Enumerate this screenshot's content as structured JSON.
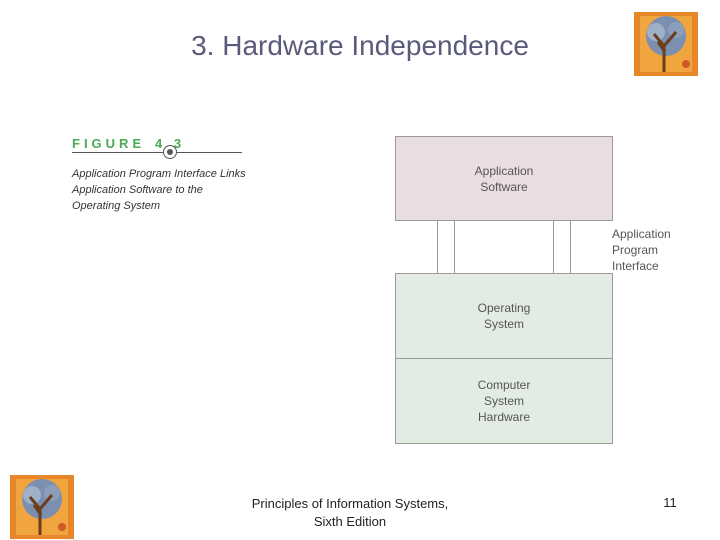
{
  "slide": {
    "title": "3. Hardware Independence",
    "footer": "Principles of Information Systems,\nSixth Edition",
    "page_number": "11"
  },
  "figure": {
    "label": "FIGURE",
    "number": "4 3",
    "caption": "Application Program Interface Links Application Software to the Operating System"
  },
  "diagram": {
    "layers": [
      {
        "label": "Application\nSoftware"
      },
      {
        "label": "Operating\nSystem"
      },
      {
        "label": "Computer\nSystem\nHardware"
      }
    ],
    "interface_label": "Application\nProgram\nInterface"
  },
  "colors": {
    "title": "#5a5a7a",
    "figure_heading": "#4aaa55",
    "application_layer": "#e9dde1",
    "system_layers": "#e2ece3"
  }
}
